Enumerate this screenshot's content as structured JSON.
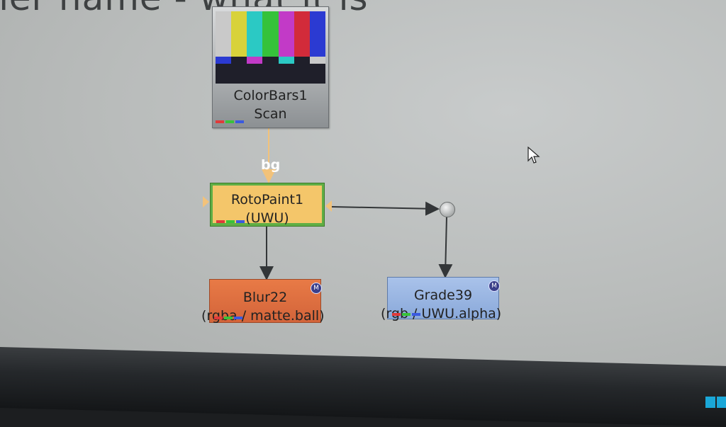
{
  "header": {
    "partial_text": "ner name - what it is"
  },
  "nodes": {
    "colorbars": {
      "name": "ColorBars1",
      "sub": "Scan",
      "thumbnail_bars": [
        "#c9c9c9",
        "#d8d23a",
        "#2bc9c4",
        "#35c23a",
        "#c23ac7",
        "#d22b3a",
        "#2b3ad2"
      ],
      "thumbnail_mid": [
        "#2b3ad2",
        "#1f1f2a",
        "#c23ac7",
        "#1f1f2a",
        "#2bc9c4",
        "#1f1f2a",
        "#c9c9c9"
      ],
      "thumbnail_bottom": [
        "#1f2a55",
        "#ffffff",
        "#3a1f66",
        "#1f1f2a",
        "#1f1f2a",
        "#1f1f2a"
      ],
      "channels": [
        "#e03a3a",
        "#3ac23a",
        "#3a5ae0"
      ]
    },
    "rotopaint": {
      "name": "RotoPaint1",
      "sub": "(UWU)",
      "input_label": "bg",
      "channels": [
        "#e03a3a",
        "#3ac23a",
        "#3a5ae0"
      ]
    },
    "blur": {
      "name": "Blur22",
      "sub": "(rgba / matte.ball)",
      "badge": "M",
      "channels": [
        "#e03a3a",
        "#3ac23a",
        "#3a5ae0"
      ]
    },
    "grade": {
      "name": "Grade39",
      "sub": "(rgb / UWU.alpha)",
      "badge": "M",
      "channels": [
        "#e03a3a",
        "#3ac23a",
        "#3a5ae0"
      ]
    }
  },
  "colors": {
    "pipe_main": "#333638",
    "pipe_input": "#f2c27a",
    "roto_node": "#f4c66a",
    "roto_border": "#5fae45",
    "blur_node": "#e87a46",
    "grade_node": "#9bb6e3"
  },
  "icons": [
    "mouse-pointer-icon",
    "mask-badge-icon",
    "dot-node-icon"
  ]
}
